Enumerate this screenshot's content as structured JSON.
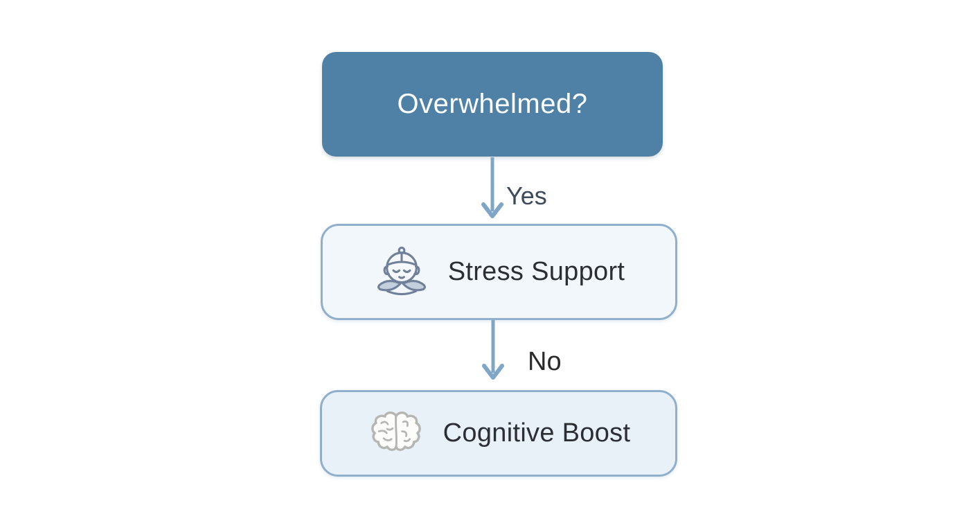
{
  "flowchart": {
    "nodes": [
      {
        "id": "overwhelmed",
        "type": "decision",
        "label": "Overwhelmed?"
      },
      {
        "id": "stress-support",
        "type": "outcome",
        "label": "Stress Support",
        "icon": "meditation-icon"
      },
      {
        "id": "cognitive-boost",
        "type": "outcome",
        "label": "Cognitive Boost",
        "icon": "brain-icon"
      }
    ],
    "edges": [
      {
        "from": "overwhelmed",
        "to": "stress-support",
        "label": "Yes"
      },
      {
        "from": "stress-support",
        "to": "cognitive-boost",
        "label": "No"
      }
    ],
    "colors": {
      "decision_fill": "#4f81a7",
      "decision_text": "#fdfefe",
      "outcome_fill_support": "#f1f7fb",
      "outcome_fill_boost": "#e9f1f8",
      "outcome_border": "#8fafcc",
      "outcome_text": "#2b2e33",
      "arrow": "#7fa6c6",
      "label_yes": "#3d4a5c",
      "label_no": "#2a2a2a",
      "meditation_icon": "#6f8098",
      "brain_icon": "#b5b5b1",
      "background": "#ffffff"
    }
  }
}
